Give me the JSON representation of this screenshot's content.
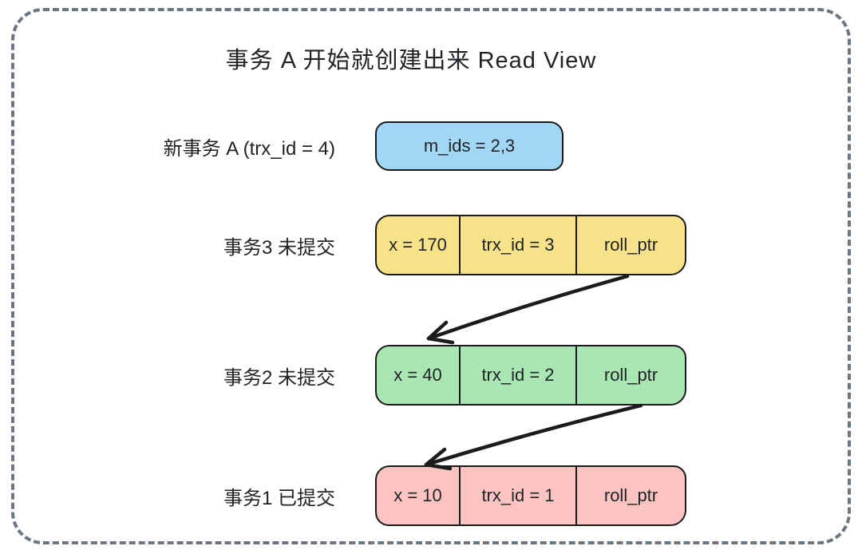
{
  "title": "事务 A 开始就创建出来 Read View",
  "colors": {
    "read_view_fill": "#a2d6f5",
    "uncommitted_trx3_fill": "#f9e38a",
    "uncommitted_trx2_fill": "#a9e6b4",
    "committed_trx1_fill": "#fbc4c1",
    "stroke": "#1b1b1b",
    "frame_dash": "#6b7682"
  },
  "read_view": {
    "label": "新事务 A (trx_id = 4)",
    "value": "m_ids = 2,3"
  },
  "records": [
    {
      "label": "事务3 未提交",
      "cells": [
        "x = 170",
        "trx_id = 3",
        "roll_ptr"
      ],
      "fill": "#f9e38a"
    },
    {
      "label": "事务2 未提交",
      "cells": [
        "x = 40",
        "trx_id = 2",
        "roll_ptr"
      ],
      "fill": "#a9e6b4"
    },
    {
      "label": "事务1 已提交",
      "cells": [
        "x = 10",
        "trx_id = 1",
        "roll_ptr"
      ],
      "fill": "#fbc4c1"
    }
  ],
  "arrows": [
    {
      "from_cell": "trx_id = 3 roll_ptr",
      "to_record": "trx_id = 2"
    },
    {
      "from_cell": "trx_id = 2 roll_ptr",
      "to_record": "trx_id = 1"
    }
  ]
}
